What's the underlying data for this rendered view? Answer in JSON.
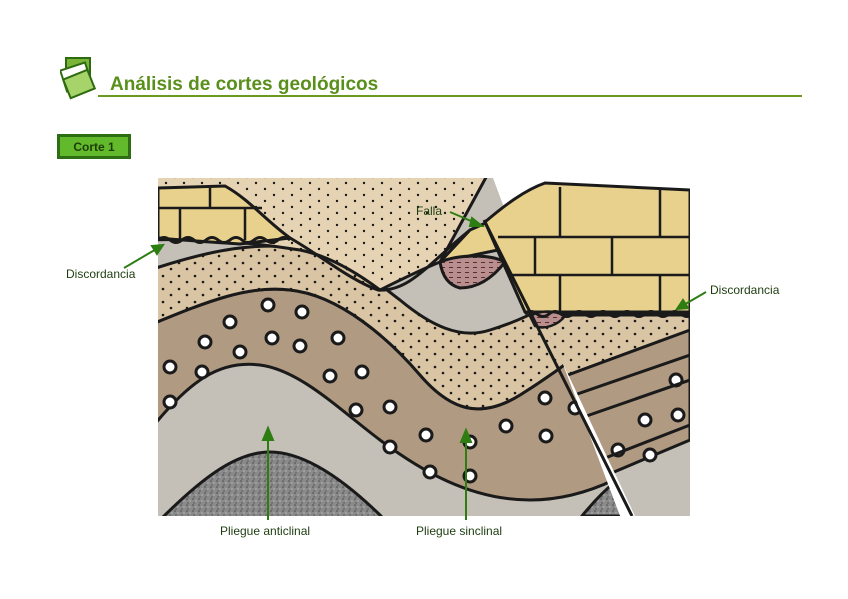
{
  "header": {
    "title": "Análisis de cortes geológicos",
    "logo_icon": "stacked-sheets-icon"
  },
  "section": {
    "badge": "Corte 1"
  },
  "diagram": {
    "labels": {
      "fault": "Falla",
      "unconformity_left": "Discordancia",
      "unconformity_right": "Discordancia",
      "anticline": "Pliegue anticlinal",
      "syncline": "Pliegue sinclinal"
    }
  },
  "colors": {
    "accent_green": "#5a8f1c",
    "badge_green": "#62b92c",
    "brick": "#e8d18c",
    "sand_light": "#d9c4a4",
    "conglomerate": "#b09a82",
    "shale_grey": "#c4c0b8",
    "basement": "#8c8c8c",
    "fault_lens": "#b98e8e"
  }
}
